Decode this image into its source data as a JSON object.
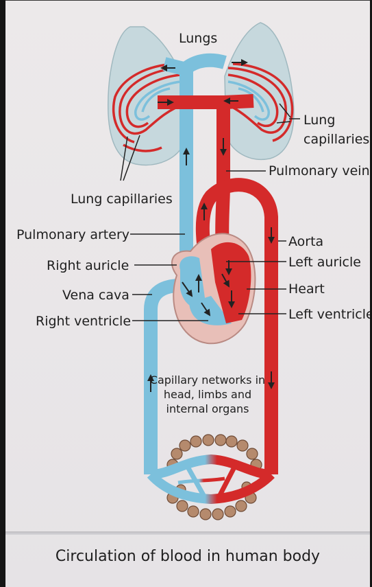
{
  "labels": {
    "lungs": "Lungs",
    "lung_capillaries_right": "Lung capillaries",
    "lung_capillaries_left": "Lung capillaries",
    "pulmonary_vein": "Pulmonary vein",
    "pulmonary_artery": "Pulmonary artery",
    "aorta": "Aorta",
    "right_auricle": "Right auricle",
    "left_auricle": "Left auricle",
    "heart": "Heart",
    "vena_cava": "Vena cava",
    "left_ventricle": "Left ventricle",
    "right_ventricle": "Right ventricle",
    "capillary_networks": "Capillary networks in head, limbs and internal organs"
  },
  "caption": "Circulation of blood in human body",
  "colors": {
    "oxygenated": "#d42a2a",
    "deoxygenated": "#7cc0dc",
    "lung_tissue": "#c5d7dc",
    "label_text": "#1e1e1e"
  }
}
